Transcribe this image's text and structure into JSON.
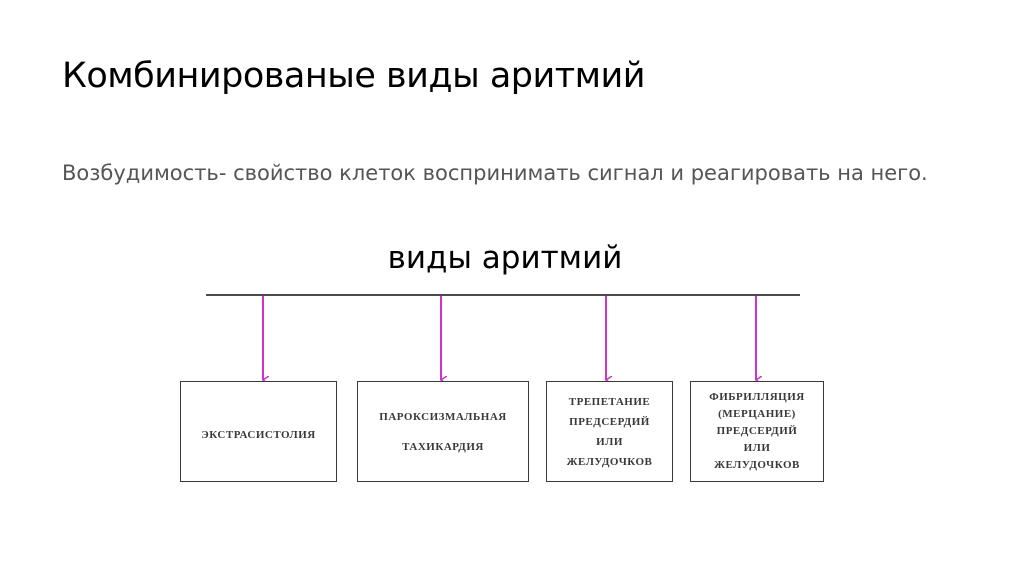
{
  "slide": {
    "title": "Комбинированые виды аритмий",
    "body_text": "Возбудимость- свойство клеток воспринимать сигнал и реагировать на него."
  },
  "diagram": {
    "title": "виды аритмий",
    "line_color": "#4a4a4a",
    "arrow_color": "#cc33cc",
    "boxes": [
      {
        "lines": [
          "ЭКСТРАСИСТОЛИЯ"
        ]
      },
      {
        "lines": [
          "ПАРОКСИЗМАЛЬНАЯ",
          "ТАХИКАРДИЯ"
        ]
      },
      {
        "lines": [
          "ТРЕПЕТАНИЕ",
          "ПРЕДСЕРДИЙ",
          "ИЛИ",
          "ЖЕЛУДОЧКОВ"
        ]
      },
      {
        "lines": [
          "ФИБРИЛЛЯЦИЯ",
          "(МЕРЦАНИЕ)",
          "ПРЕДСЕРДИЙ",
          "ИЛИ",
          "ЖЕЛУДОЧКОВ"
        ]
      }
    ]
  }
}
